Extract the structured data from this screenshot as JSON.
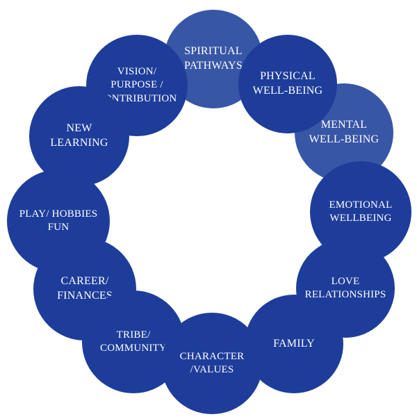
{
  "colors": {
    "primary": "#1e3d9a",
    "light": "#3856a6"
  },
  "nodes": {
    "spiritual": {
      "label": "SPIRITUAL\nPATHWAYS",
      "tone": "light"
    },
    "physical": {
      "label": "PHYSICAL\nWELL-BEING",
      "tone": "primary"
    },
    "mental": {
      "label": "MENTAL\nWELL-BEING",
      "tone": "light"
    },
    "emotional": {
      "label": "EMOTIONAL\nWELLBEING",
      "tone": "primary"
    },
    "love": {
      "label": "LOVE\nRELATIONSHIPS",
      "tone": "primary"
    },
    "family": {
      "label": "FAMILY",
      "tone": "primary"
    },
    "character": {
      "label": "CHARACTER\n/VALUES",
      "tone": "primary"
    },
    "tribe": {
      "label": "TRIBE/\nCOMMUNITY",
      "tone": "primary"
    },
    "career": {
      "label": "CAREER/\nFINANCES",
      "tone": "primary"
    },
    "play": {
      "label": "PLAY/ HOBBIES\nFUN",
      "tone": "primary"
    },
    "learning": {
      "label": "NEW\nLEARNING",
      "tone": "primary"
    },
    "vision": {
      "label": "VISION/\nPURPOSE /\nCONTRIBUTION",
      "tone": "primary"
    }
  }
}
